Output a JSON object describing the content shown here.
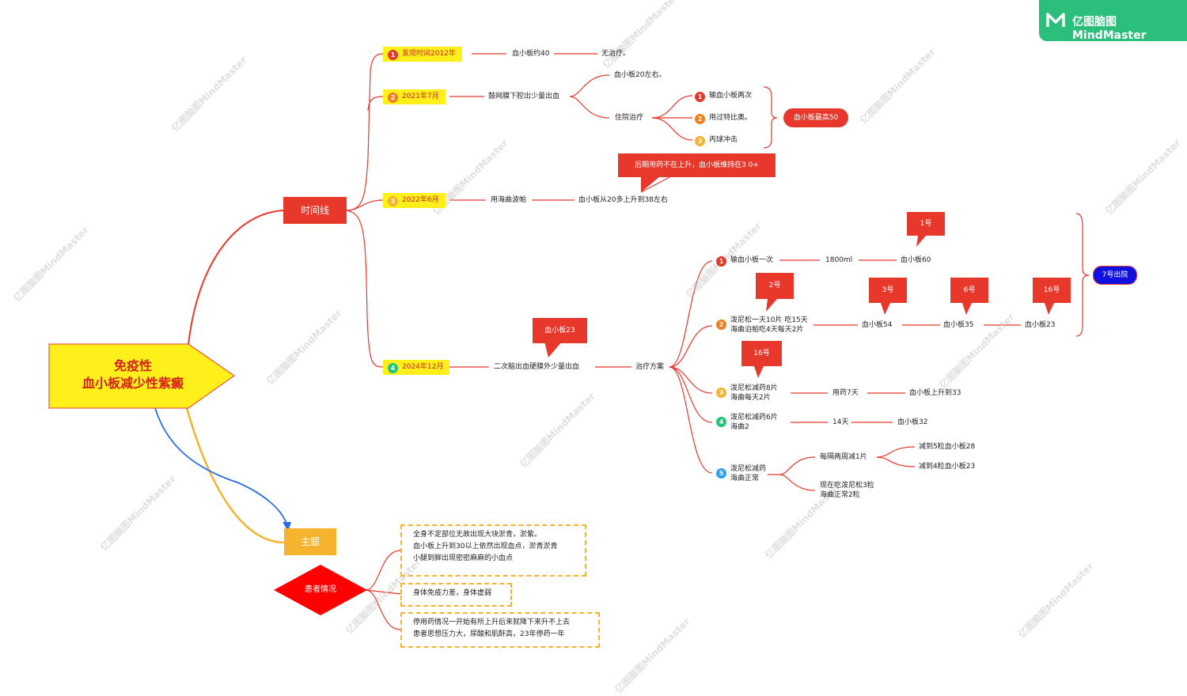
{
  "brand": {
    "name": "亿图脑图MindMaster",
    "watermark": "亿图脑图MindMaster"
  },
  "central": {
    "line1": "免疫性",
    "line2": "血小板减少性紫癜"
  },
  "branch_timeline": {
    "label": "时间线",
    "e1": {
      "num": "1",
      "date": "发现时间2012年",
      "platelet": "血小板约40",
      "treat": "无治疗。"
    },
    "e2": {
      "num": "2",
      "date": "2021年7月",
      "desc": "鼓网膜下腔出少量出血",
      "platelet": "血小板20左右。",
      "treat": "住院治疗",
      "items": [
        "输血小板两次",
        "用过特比奥。",
        "丙球冲击"
      ],
      "summary": "血小板最高50"
    },
    "e3": {
      "num": "3",
      "date": "2022年6月",
      "drug": "用海曲波帕",
      "result": "血小板从20多上升到38左右",
      "note": "后期用药不在上升，血小板维持在3 0+"
    },
    "e4": {
      "num": "4",
      "date": "2024年12月",
      "desc": "二次脑出血硬膜外少量出血",
      "callout": "血小板23",
      "plan": "治疗方案",
      "p1": {
        "num": "1",
        "text": "输血小板一次",
        "amount": "1800ml",
        "result": "血小板60",
        "day": "1号"
      },
      "p2": {
        "num": "2",
        "text": "泼尼松一天10片 吃15天\n海曲泊帕吃4天每天2片",
        "day": "2号",
        "r1": "血小板54",
        "d1": "3号",
        "r2": "血小板35",
        "d2": "6号",
        "r3": "血小板23",
        "d3": "16号"
      },
      "p3": {
        "num": "3",
        "text": "泼尼松减药8片\n海曲每天2片",
        "day": "16号",
        "dur": "用药7天",
        "result": "血小板上升到33"
      },
      "p4": {
        "num": "4",
        "text": "泼尼松减药6片\n海曲2",
        "dur": "14天",
        "result": "血小板32"
      },
      "p5": {
        "num": "5",
        "text": "泼尼松减药\n海曲正常",
        "rule": "每隔两周减1片",
        "s1": "减到5粒血小板28",
        "s2": "减到4粒血小板23",
        "now": "现在吃泼尼松3粒\n海曲正常2粒"
      },
      "discharge": "7号出院"
    }
  },
  "branch_topic": {
    "label": "主题",
    "patient": "患者情况",
    "details": [
      "全身不定部位无故出现大块淤青，淤紫。\n血小板上升到30以上依然出现血点，淤青淤青\n小腿到脚出现密密麻麻的小血点",
      "身体免疫力差，身体虚弱",
      "停用药情况一开始有所上升后来就降下来升不上去\n患者思想压力大，尿酸和肌酐高，23年停药一年"
    ]
  },
  "colors": {
    "red": "#e8382c",
    "yellow": "#ffef1a",
    "orange": "#f5b32e",
    "blue": "#2a6ce8"
  }
}
